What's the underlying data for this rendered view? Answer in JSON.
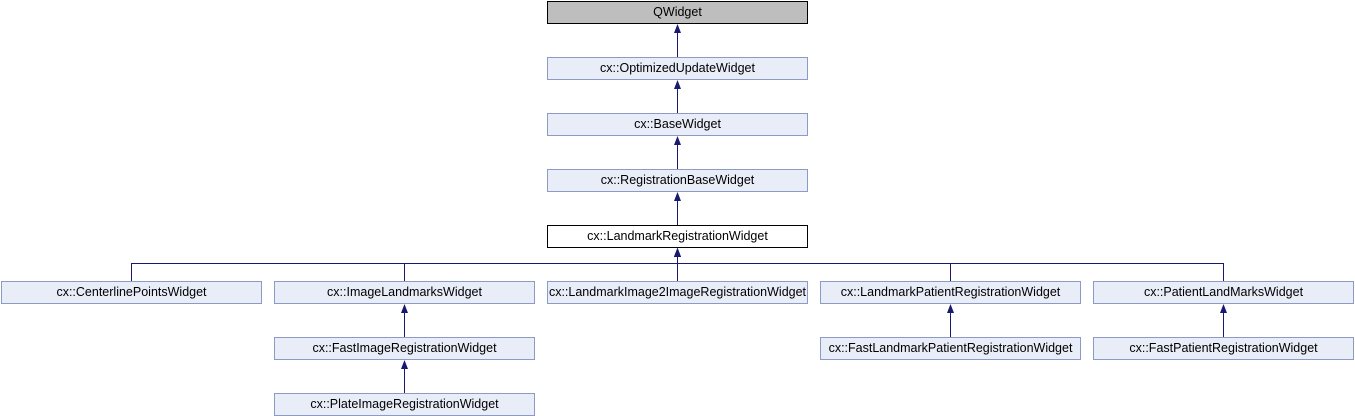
{
  "page": {
    "background": "#ffffff",
    "description": "Inheritance graph for cx::LandmarkRegistrationWidget"
  },
  "diagram": {
    "kind": "class-inheritance-graph",
    "edge_color": "#191970",
    "styles": {
      "external": {
        "fill": "#BEBEBE",
        "border": "#000000",
        "text": "#000000"
      },
      "focal": {
        "fill": "#FFFFFF",
        "border": "#000000",
        "text": "#000000"
      },
      "linked": {
        "fill": "#E9EDF7",
        "border": "#8C9BC5",
        "text": "#000000"
      }
    },
    "nodes": [
      {
        "id": "qwidget",
        "label": "QWidget",
        "style": "external"
      },
      {
        "id": "optimized-update",
        "label": "cx::OptimizedUpdateWidget",
        "style": "linked"
      },
      {
        "id": "base",
        "label": "cx::BaseWidget",
        "style": "linked"
      },
      {
        "id": "registration-base",
        "label": "cx::RegistrationBaseWidget",
        "style": "linked"
      },
      {
        "id": "landmark-registration",
        "label": "cx::LandmarkRegistrationWidget",
        "style": "focal"
      },
      {
        "id": "centerline-points",
        "label": "cx::CenterlinePointsWidget",
        "style": "linked"
      },
      {
        "id": "image-landmarks",
        "label": "cx::ImageLandmarksWidget",
        "style": "linked"
      },
      {
        "id": "landmark-image2image",
        "label": "cx::LandmarkImage2ImageRegistrationWidget",
        "style": "linked"
      },
      {
        "id": "landmark-patient",
        "label": "cx::LandmarkPatientRegistrationWidget",
        "style": "linked"
      },
      {
        "id": "patient-landmarks",
        "label": "cx::PatientLandMarksWidget",
        "style": "linked"
      },
      {
        "id": "fast-image",
        "label": "cx::FastImageRegistrationWidget",
        "style": "linked"
      },
      {
        "id": "fast-landmark-patient",
        "label": "cx::FastLandmarkPatientRegistrationWidget",
        "style": "linked"
      },
      {
        "id": "fast-patient",
        "label": "cx::FastPatientRegistrationWidget",
        "style": "linked"
      },
      {
        "id": "plate-image",
        "label": "cx::PlateImageRegistrationWidget",
        "style": "linked"
      }
    ],
    "edges": [
      {
        "from": "optimized-update",
        "to": "qwidget"
      },
      {
        "from": "base",
        "to": "optimized-update"
      },
      {
        "from": "registration-base",
        "to": "base"
      },
      {
        "from": "landmark-registration",
        "to": "registration-base"
      },
      {
        "from": "centerline-points",
        "to": "landmark-registration"
      },
      {
        "from": "image-landmarks",
        "to": "landmark-registration"
      },
      {
        "from": "landmark-image2image",
        "to": "landmark-registration"
      },
      {
        "from": "landmark-patient",
        "to": "landmark-registration"
      },
      {
        "from": "patient-landmarks",
        "to": "landmark-registration"
      },
      {
        "from": "fast-image",
        "to": "image-landmarks"
      },
      {
        "from": "plate-image",
        "to": "fast-image"
      },
      {
        "from": "fast-landmark-patient",
        "to": "landmark-patient"
      },
      {
        "from": "fast-patient",
        "to": "patient-landmarks"
      }
    ]
  }
}
